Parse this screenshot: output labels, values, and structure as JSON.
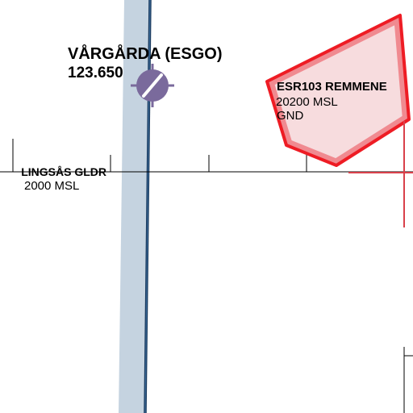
{
  "airport": {
    "name": "VÅRGÅRDA (ESGO)",
    "frequency": "123.650"
  },
  "glider_area": {
    "name": "LINGSÅS GLDR",
    "altitude": "2000 MSL"
  },
  "restricted_area": {
    "name": "ESR103 REMMENE",
    "upper_limit": "20200 MSL",
    "lower_limit": "GND"
  },
  "colors": {
    "restricted_border": "#ee1c24",
    "restricted_fill": "#f7dcde",
    "restricted_inner_band": "#f08a90",
    "runway_band": "#c5d3e0",
    "road_line": "#1a3a5e",
    "airport_symbol": "#7a6a9c",
    "grid_line": "#000000",
    "crosshair": "#d9404a"
  }
}
